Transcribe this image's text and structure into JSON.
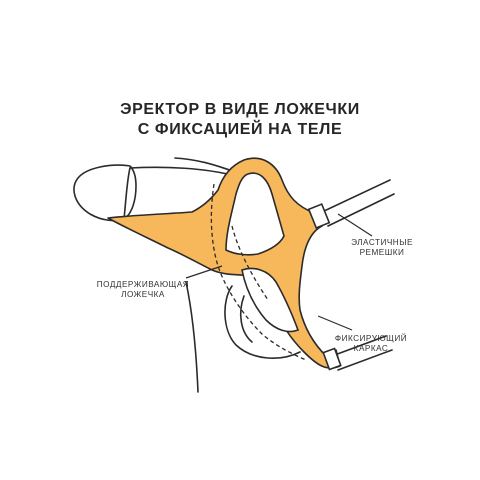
{
  "title": {
    "line1": "ЭРЕКТОР В ВИДЕ ЛОЖЕЧКИ",
    "line2": "С ФИКСАЦИЕЙ НА ТЕЛЕ"
  },
  "labels": {
    "spoon": [
      "ПОДДЕРЖИВАЮЩАЯ",
      "ЛОЖЕЧКА"
    ],
    "straps": [
      "ЭЛАСТИЧНЫЕ",
      "РЕМЕШКИ"
    ],
    "frame": [
      "ФИКСИРУЮЩИЙ",
      "КАРКАС"
    ]
  },
  "colors": {
    "device_fill": "#f7b85c",
    "outline": "#2b2b2b",
    "background": "#ffffff"
  }
}
